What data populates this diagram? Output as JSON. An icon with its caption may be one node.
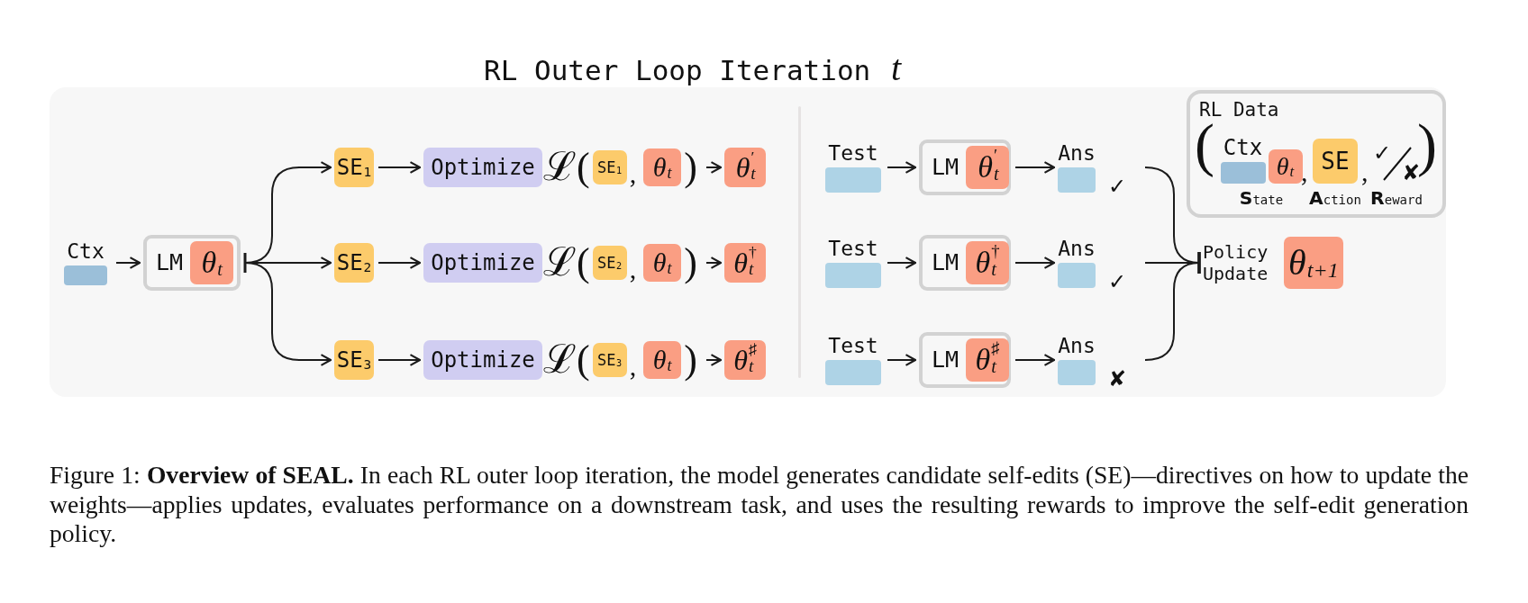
{
  "diagram": {
    "title": "RL Outer Loop Iteration *t*",
    "caption": "Figure 1: **Overview of SEAL.** In each RL outer loop iteration, the model generates candidate self-edits (SE)—directives on how to update the weights—applies updates, evaluates performance on a downstream task, and uses the resulting rewards to improve the self-edit generation policy.",
    "nodes": [
      {
        "text": [
          "Ctx"
        ]
      },
      {
        "text": [
          "LM",
          "θ$_{t}$"
        ]
      },
      {
        "text": [
          "SE$_{1}$"
        ]
      },
      {
        "text": [
          "Optimize"
        ]
      },
      {
        "text": [
          "ℒ(",
          ",",
          ")"
        ]
      },
      {
        "text": [
          "θ$_{t}$$^{′}$"
        ]
      },
      {
        "text": [
          "SE$_{2}$"
        ]
      },
      {
        "text": [
          "Optimize"
        ]
      },
      {
        "text": [
          "ℒ(",
          ",",
          ")"
        ]
      },
      {
        "text": [
          "θ$_{t}$$^{†}$"
        ]
      },
      {
        "text": [
          "SE$_{3}$"
        ]
      },
      {
        "text": [
          "Optimize"
        ]
      },
      {
        "text": [
          "ℒ(",
          ",",
          ")"
        ]
      },
      {
        "text": [
          "θ$_{t}$$^{♯}$"
        ]
      },
      {
        "text": [
          "Test"
        ]
      },
      {
        "text": [
          "LM",
          "θ$_{t}$$^{′}$"
        ]
      },
      {
        "text": [
          "Ans"
        ],
        "beside": [
          "✓"
        ]
      },
      {
        "text": [
          "Test"
        ]
      },
      {
        "text": [
          "LM",
          "θ$_{t}$$^{†}$"
        ]
      },
      {
        "text": [
          "Ans"
        ],
        "beside": [
          "✓"
        ]
      },
      {
        "text": [
          "Test"
        ]
      },
      {
        "text": [
          "LM",
          "θ$_{t}$$^{♯}$"
        ]
      },
      {
        "text": [
          "Ans"
        ],
        "beside": [
          "✘"
        ]
      },
      {
        "text": [
          "RL Data"
        ]
      },
      {
        "text": [
          "Ctx",
          "θ$_{t}$",
          "**S**tate"
        ],
        "in": 23
      },
      {
        "text": [
          "SE",
          "**A**ction"
        ],
        "in": 23
      },
      {
        "text": [
          "✓",
          "✘",
          "**R**eward"
        ],
        "in": 23
      },
      {
        "text": [
          "Policy Update",
          "θ$_{t+1}$"
        ]
      },
      {
        "text": [
          "SE$_{1}$"
        ],
        "in": 4
      },
      {
        "text": [
          "θ$_{t}$"
        ],
        "in": 4
      },
      {
        "text": [
          "SE$_{2}$"
        ],
        "in": 8
      },
      {
        "text": [
          "θ$_{t}$"
        ],
        "in": 8
      },
      {
        "text": [
          "SE$_{3}$"
        ],
        "in": 12
      },
      {
        "text": [
          "θ$_{t}$"
        ],
        "in": 12
      }
    ],
    "edges": [
      {
        "from": 0,
        "to": 1,
        "arrow": "to"
      },
      {
        "from": 1,
        "to": 2,
        "arrow": "to"
      },
      {
        "from": 1,
        "to": 6,
        "arrow": "to"
      },
      {
        "from": 1,
        "to": 10,
        "arrow": "to"
      },
      {
        "from": 2,
        "to": 3,
        "arrow": "to"
      },
      {
        "from": 6,
        "to": 7,
        "arrow": "to"
      },
      {
        "from": 10,
        "to": 11,
        "arrow": "to"
      },
      {
        "from": 4,
        "to": 5,
        "arrow": "to"
      },
      {
        "from": 8,
        "to": 9,
        "arrow": "to"
      },
      {
        "from": 12,
        "to": 13,
        "arrow": "to"
      },
      {
        "from": 14,
        "to": 15,
        "arrow": "to"
      },
      {
        "from": 17,
        "to": 18,
        "arrow": "to"
      },
      {
        "from": 20,
        "to": 21,
        "arrow": "to"
      },
      {
        "from": 15,
        "to": 16,
        "arrow": "to"
      },
      {
        "from": 18,
        "to": 19,
        "arrow": "to"
      },
      {
        "from": 21,
        "to": 22,
        "arrow": "to"
      },
      {
        "from": 16,
        "to": 27,
        "arrow": "other"
      },
      {
        "from": 19,
        "to": 27,
        "arrow": "other"
      },
      {
        "from": 22,
        "to": 27,
        "arrow": "other"
      }
    ],
    "labels": [
      "(",
      ",",
      ",",
      ")"
    ]
  }
}
